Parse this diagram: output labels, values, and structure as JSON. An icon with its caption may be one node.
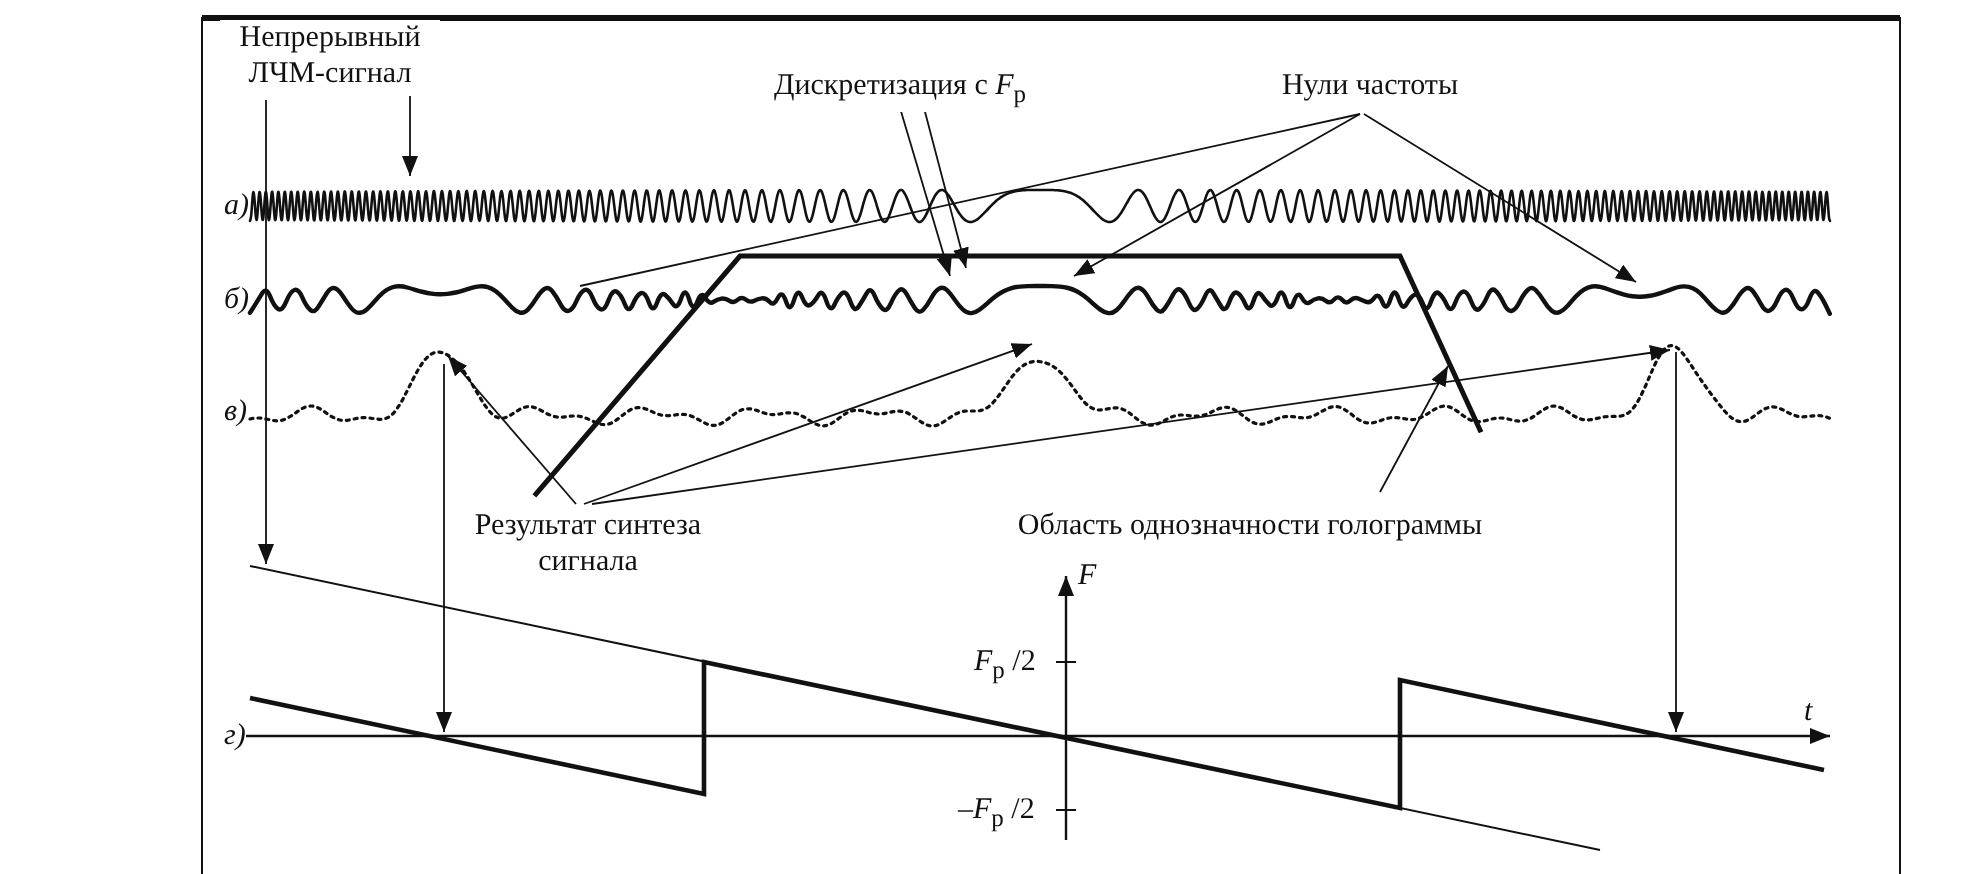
{
  "diagram": {
    "nodes": [
      {
        "text": [
          "Непрерывный ЛЧМ-сигнал"
        ]
      },
      {
        "text": [
          "Дискретизация с *F*$_{р}$"
        ]
      },
      {
        "text": [
          "Нули частоты"
        ]
      },
      {
        "text": [
          "Результат синтеза сигнала"
        ]
      },
      {
        "text": [
          "Область однозначности голограммы"
        ]
      },
      {
        "text": [],
        "shape": "curve"
      },
      {
        "text": [],
        "shape": "curve"
      },
      {
        "text": [],
        "shape": "curve"
      },
      {
        "text": [],
        "shape": "trapezoid"
      },
      {
        "text": [],
        "shape": "line"
      },
      {
        "text": [],
        "shape": "line"
      }
    ],
    "edges": [
      {
        "from": 0,
        "to": 5,
        "arrow": "to"
      },
      {
        "from": 0,
        "to": 9,
        "arrow": "to"
      },
      {
        "from": 1,
        "to": 6,
        "arrow": "to"
      },
      {
        "from": 1,
        "to": 6,
        "arrow": "to"
      },
      {
        "from": 2,
        "to": 6,
        "arrow": "none"
      },
      {
        "from": 2,
        "to": 6,
        "arrow": "to"
      },
      {
        "from": 2,
        "to": 6,
        "arrow": "to"
      },
      {
        "from": 3,
        "to": 7,
        "arrow": "to"
      },
      {
        "from": 3,
        "to": 7,
        "arrow": "to"
      },
      {
        "from": 3,
        "to": 7,
        "arrow": "to"
      },
      {
        "from": 4,
        "to": 8,
        "arrow": "to"
      },
      {
        "from": 7,
        "to": 10,
        "arrow": "to"
      },
      {
        "from": 7,
        "to": 10,
        "arrow": "to"
      }
    ],
    "labels": [
      "а)",
      "б)",
      "в)",
      "F",
      "*F*$_{р}$ /2",
      "г)",
      "t",
      "–*F*$_{р}$ /2"
    ]
  }
}
